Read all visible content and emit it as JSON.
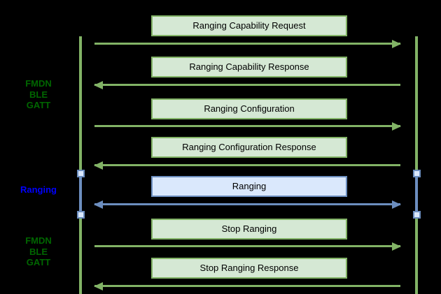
{
  "diagram": {
    "type": "sequence-diagram",
    "background": "#000000",
    "palette": {
      "green_stroke": "#82b366",
      "green_fill": "#d5e8d4",
      "blue_stroke": "#6c8ebf",
      "blue_fill": "#dae8fc",
      "label_green": "#006600",
      "label_blue": "#0000FF",
      "box_text": "#000000"
    },
    "side_labels": [
      {
        "id": "fmdn-ble-gatt-top",
        "lines": [
          "FMDN",
          "BLE",
          "GATT"
        ],
        "color": "#006600"
      },
      {
        "id": "ranging",
        "lines": [
          "Ranging"
        ],
        "color": "#0000FF"
      },
      {
        "id": "fmdn-ble-gatt-bottom",
        "lines": [
          "FMDN",
          "BLE",
          "GATT"
        ],
        "color": "#006600"
      }
    ],
    "messages": [
      {
        "label": "Ranging Capability Request",
        "direction": "right",
        "style": "green"
      },
      {
        "label": "Ranging Capability Response",
        "direction": "left",
        "style": "green"
      },
      {
        "label": "Ranging Configuration",
        "direction": "right",
        "style": "green"
      },
      {
        "label": "Ranging Configuration Response",
        "direction": "left",
        "style": "green"
      },
      {
        "label": "Ranging",
        "direction": "both",
        "style": "blue"
      },
      {
        "label": "Stop Ranging",
        "direction": "right",
        "style": "green"
      },
      {
        "label": "Stop Ranging Response",
        "direction": "left",
        "style": "green"
      }
    ]
  }
}
